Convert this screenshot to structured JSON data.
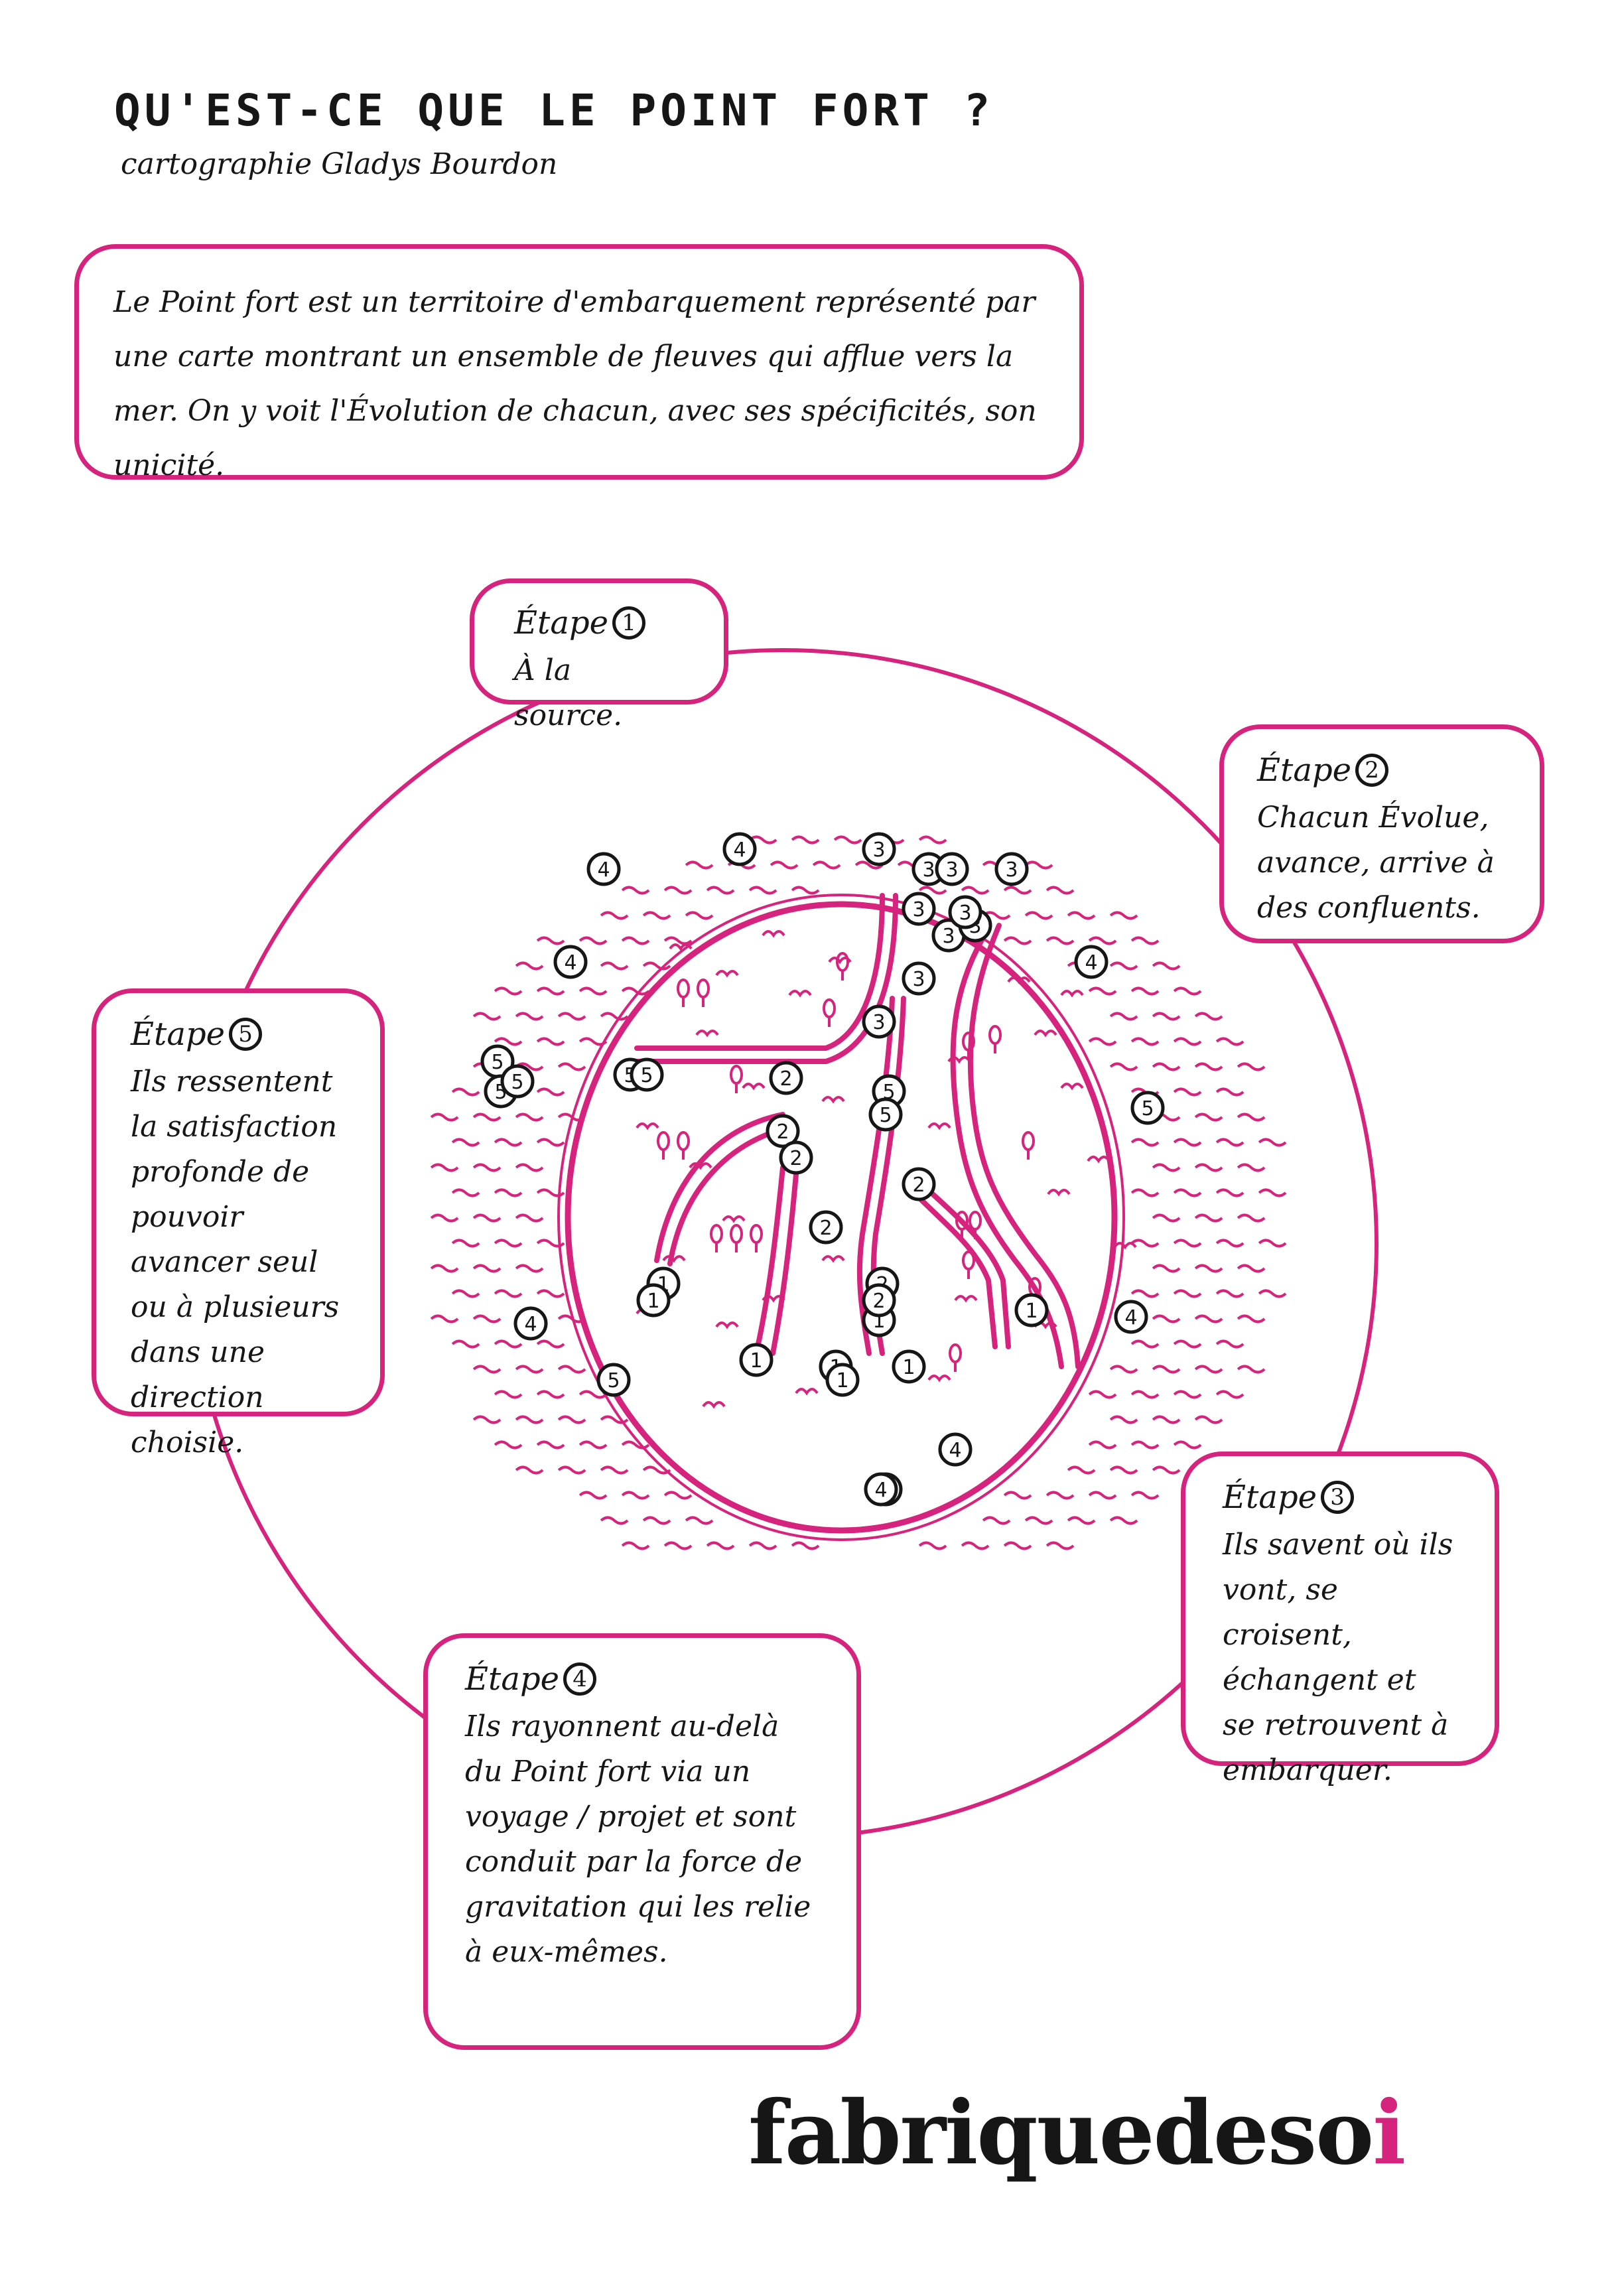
{
  "header": {
    "title": "QU'EST-CE QUE LE POINT FORT ?",
    "subtitle": "cartographie Gladys Bourdon"
  },
  "intro": {
    "text": "Le Point fort est un territoire d'embarquement représenté par une carte montrant un ensemble de fleuves qui afflue vers la mer. On y voit l'Évolution de chacun, avec ses spécificités, son unicité."
  },
  "etapes": [
    {
      "label": "Étape",
      "number": "1",
      "text": "À la source."
    },
    {
      "label": "Étape",
      "number": "2",
      "text": "Chacun Évolue, avance, arrive à des confluents."
    },
    {
      "label": "Étape",
      "number": "3",
      "text": "Ils savent où ils vont, se croisent, échangent et se retrouvent à embarquer."
    },
    {
      "label": "Étape",
      "number": "4",
      "text": "Ils rayonnent au-delà du Point fort via un voyage / projet et sont conduit par la force de gravitation qui les relie à eux-mêmes."
    },
    {
      "label": "Étape",
      "number": "5",
      "text": "Ils ressentent la satisfaction profonde de pouvoir avancer seul ou à plusieurs dans une direction choisie."
    }
  ],
  "map_markers": {
    "stage1": [
      "1",
      "1",
      "1",
      "1",
      "1",
      "1",
      "1",
      "1"
    ],
    "stage2": [
      "2",
      "2",
      "2",
      "2",
      "2",
      "2",
      "2"
    ],
    "stage3": [
      "3",
      "3",
      "3",
      "3",
      "3",
      "3",
      "3",
      "3",
      "3",
      "3"
    ],
    "stage4": [
      "4",
      "4",
      "4",
      "4",
      "4",
      "4",
      "4",
      "4",
      "4"
    ],
    "stage5": [
      "5",
      "5",
      "5",
      "5",
      "5",
      "5",
      "5",
      "5",
      "5"
    ]
  },
  "brand": {
    "name_main": "fabriquedes",
    "name_end": "o",
    "name_tail": "i"
  },
  "colors": {
    "accent": "#d6237d",
    "ink": "#161616",
    "background": "#ffffff"
  }
}
